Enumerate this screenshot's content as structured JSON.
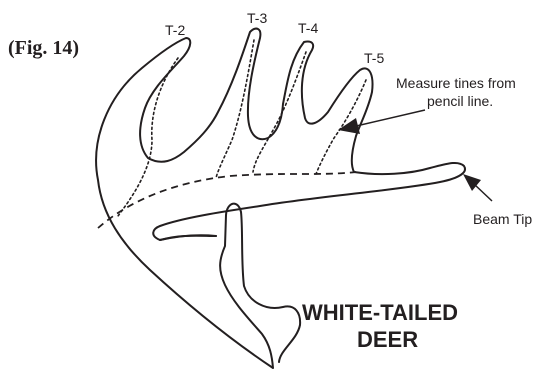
{
  "figure_label": "(Fig. 14)",
  "tine_labels": {
    "t2": "T-2",
    "t3": "T-3",
    "t4": "T-4",
    "t5": "T-5"
  },
  "callouts": {
    "measure_line1": "Measure tines from",
    "measure_line2": "pencil line.",
    "beam_tip": "Beam Tip"
  },
  "title": {
    "line1": "WHITE-TAILED",
    "line2": "DEER"
  },
  "colors": {
    "ink": "#231f20",
    "background": "#ffffff"
  }
}
